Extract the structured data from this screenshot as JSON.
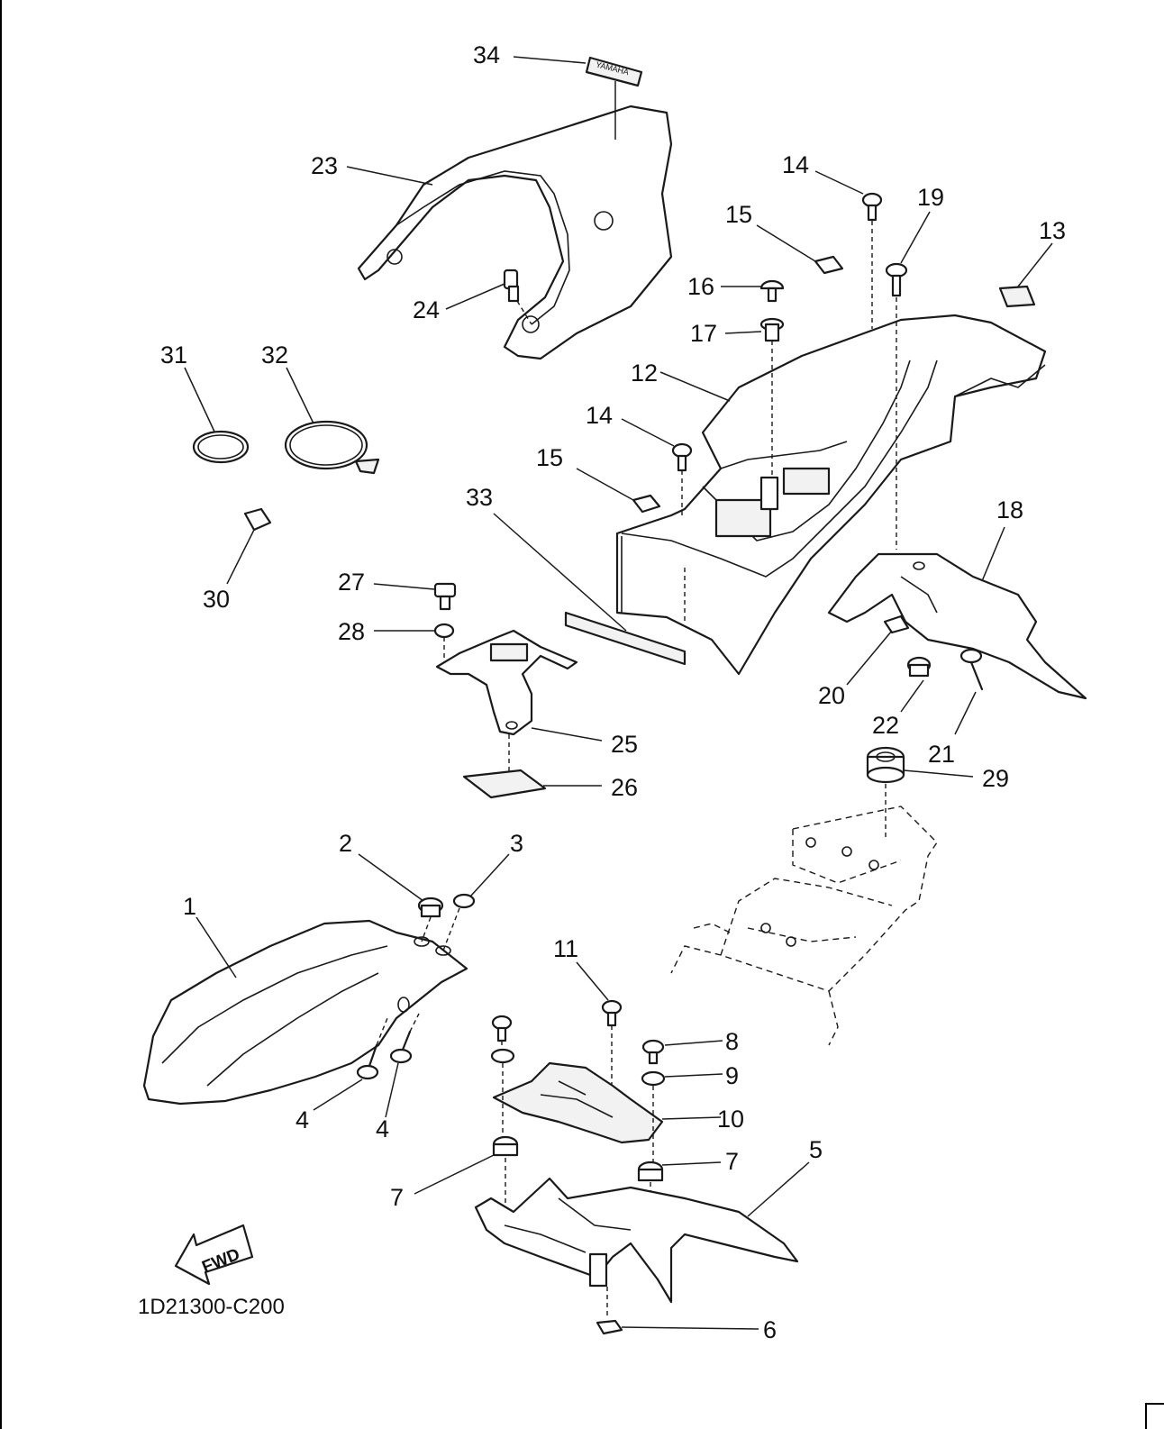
{
  "diagram_code": "1D21300-C200",
  "fwd_label": "FWD",
  "emblem_text": "YAMAHA",
  "callouts": [
    {
      "id": "c34",
      "text": "34"
    },
    {
      "id": "c23",
      "text": "23"
    },
    {
      "id": "c24",
      "text": "24"
    },
    {
      "id": "c31",
      "text": "31"
    },
    {
      "id": "c32",
      "text": "32"
    },
    {
      "id": "c30",
      "text": "30"
    },
    {
      "id": "c14a",
      "text": "14"
    },
    {
      "id": "c19",
      "text": "19"
    },
    {
      "id": "c13",
      "text": "13"
    },
    {
      "id": "c15a",
      "text": "15"
    },
    {
      "id": "c16",
      "text": "16"
    },
    {
      "id": "c17",
      "text": "17"
    },
    {
      "id": "c12",
      "text": "12"
    },
    {
      "id": "c14b",
      "text": "14"
    },
    {
      "id": "c15b",
      "text": "15"
    },
    {
      "id": "c33",
      "text": "33"
    },
    {
      "id": "c18",
      "text": "18"
    },
    {
      "id": "c27",
      "text": "27"
    },
    {
      "id": "c28",
      "text": "28"
    },
    {
      "id": "c25",
      "text": "25"
    },
    {
      "id": "c26",
      "text": "26"
    },
    {
      "id": "c20",
      "text": "20"
    },
    {
      "id": "c22",
      "text": "22"
    },
    {
      "id": "c21",
      "text": "21"
    },
    {
      "id": "c29",
      "text": "29"
    },
    {
      "id": "c2",
      "text": "2"
    },
    {
      "id": "c3",
      "text": "3"
    },
    {
      "id": "c1",
      "text": "1"
    },
    {
      "id": "c11",
      "text": "11"
    },
    {
      "id": "c4a",
      "text": "4"
    },
    {
      "id": "c4b",
      "text": "4"
    },
    {
      "id": "c8",
      "text": "8"
    },
    {
      "id": "c9",
      "text": "9"
    },
    {
      "id": "c10",
      "text": "10"
    },
    {
      "id": "c7a",
      "text": "7"
    },
    {
      "id": "c7b",
      "text": "7"
    },
    {
      "id": "c5",
      "text": "5"
    },
    {
      "id": "c6",
      "text": "6"
    }
  ]
}
